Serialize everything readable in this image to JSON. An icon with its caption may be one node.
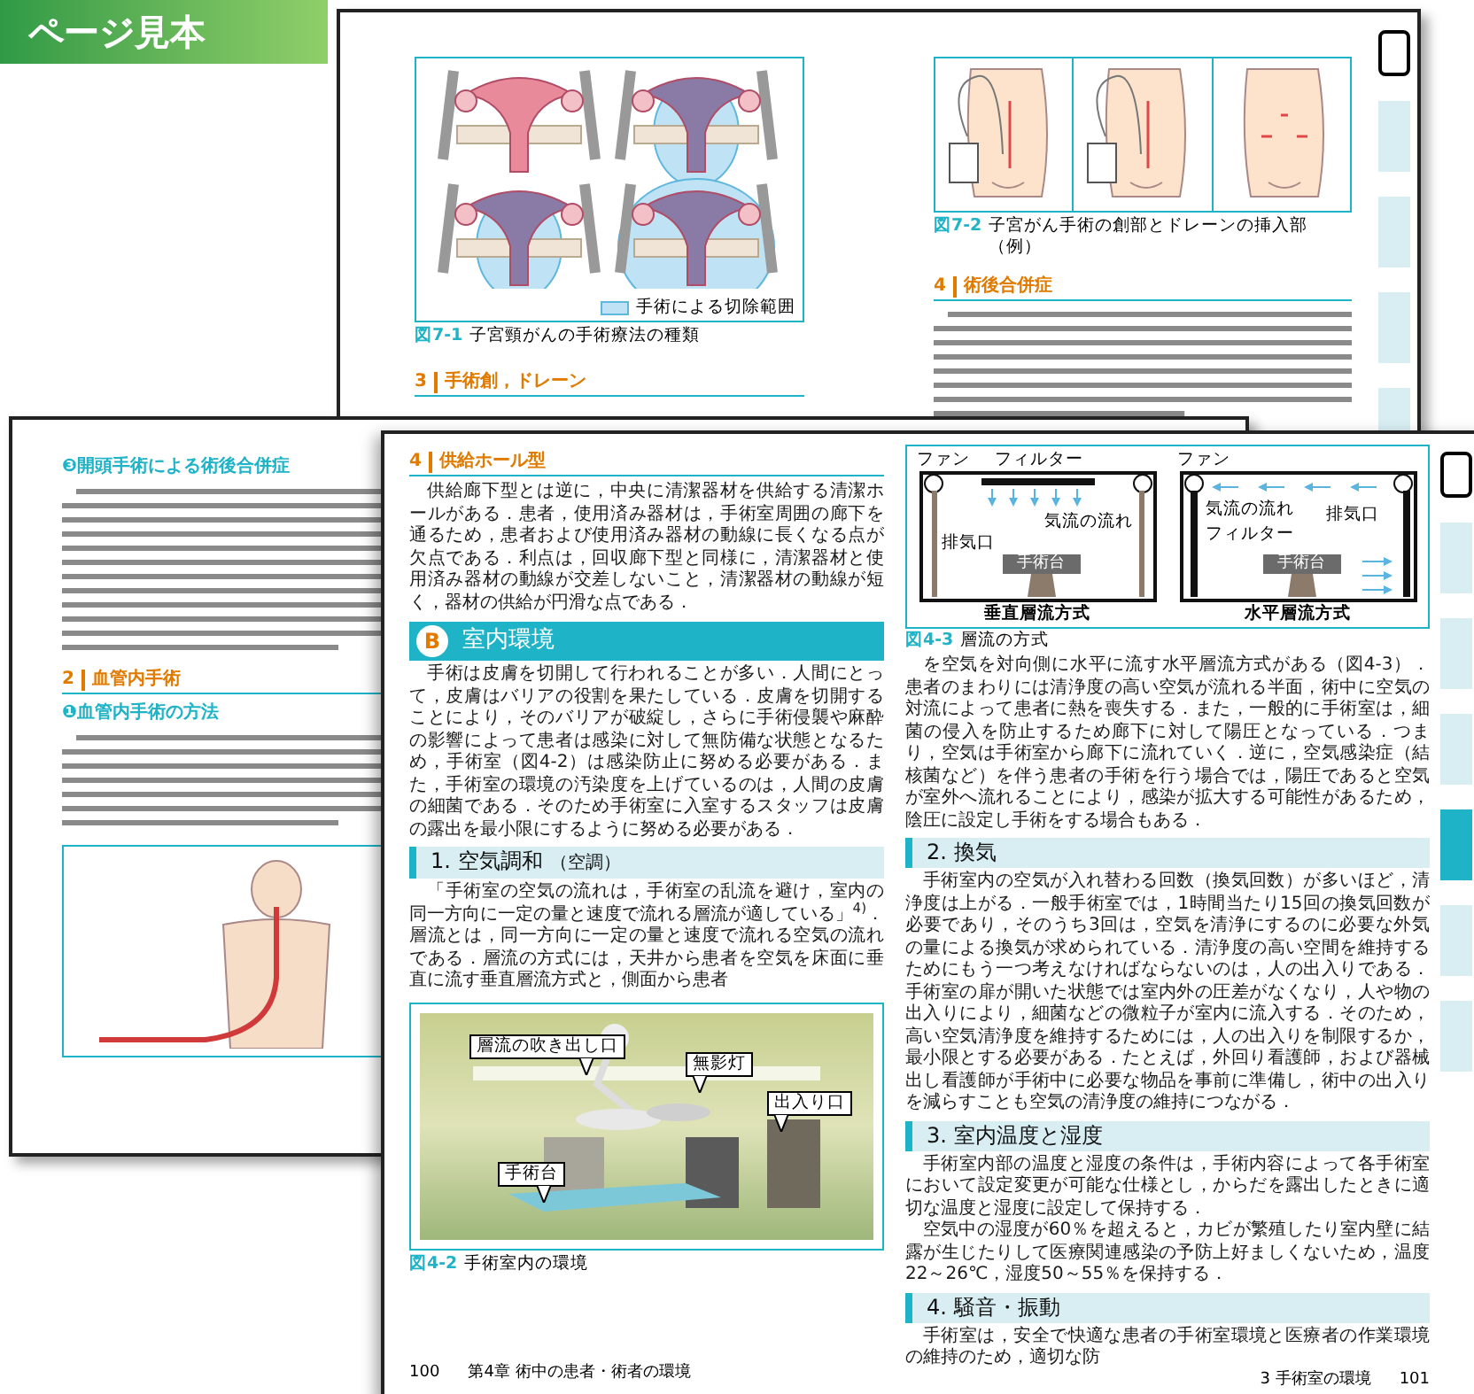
{
  "diagram": {
    "title": "ページ見本",
    "labels": [
      "3",
      "手術創，ドレーン",
      "図7-1",
      "子宮頸がんの手術療法の種類",
      "図7-2",
      "子宮がん手術の創部とドレーンの挿入部（例）",
      "4",
      "術後合併症",
      "❸開頭手術による術後合併症",
      "2",
      "血管内手術",
      "❶血管内手術の方法",
      "4",
      "供給ホール型",
      "供給廊下型とは逆に，中央に清潔器材を供給する清潔ホールがある．患者，使用済み器材は，手術室周囲の廊下を通るため，患者および使用済み器材の動線に長くなる点が欠点である．利点は，回収廊下型と同様に，清潔器材と使用済み器材の動線が交差しないこと，清潔器材の動線が短く，器材の供給が円滑な点である．",
      "B",
      "室内環境",
      "手術は皮膚を切開して行われることが多い．人間にとって，皮膚はバリアの役割を果たしている．皮膚を切開することにより，そのバリアが破綻し，さらに手術侵襲や麻酔の影響によって患者は感染に対して無防備な状態となるため，手術室（図4-2）は感染防止に努める必要がある．また，手術室の環境の汚染度を上げているのは，人間の皮膚の細菌である．そのため手術室に入室するスタッフは皮膚の露出を最小限にするように努める必要がある．",
      "1. 空気調和",
      "（空調）",
      "「手術室の空気の流れは，手術室の乱流を避け，室内の同一方向に一定の量と速度で流れる層流が適している」$^{4)}$．層流とは，同一方向に一定の量と速度で流れる空気の流れである．層流の方式には，天井から患者を空気を床面に垂直に流す垂直層流方式と，側面から患者",
      "層流の吹き出し口",
      "無影灯",
      "出入り口",
      "手術台",
      "図4-2",
      "手術室内の環境",
      "100",
      "第4章 術中の患者・術者の環境",
      "ファン",
      "フィルター",
      "気流の流れ",
      "排気口",
      "手術台",
      "垂直層流方式",
      "ファン",
      "気流の流れ",
      "フィルター",
      "排気口",
      "手術台",
      "水平層流方式",
      "図4-3",
      "層流の方式",
      "を空気を対向側に水平に流す水平層流方式がある（図4-3）．患者のまわりには清浄度の高い空気が流れる半面，術中に空気の対流によって患者に熱を喪失する．また，一般的に手術室は，細菌の侵入を防止するため廊下に対して陽圧となっている．つまり，空気は手術室から廊下に流れていく．逆に，空気感染症（結核菌など）を伴う患者の手術を行う場合では，陽圧であると空気が室外へ流れることにより，感染が拡大する可能性があるため，陰圧に設定し手術をする場合もある．",
      "2. 換気",
      "手術室内の空気が入れ替わる回数（換気回数）が多いほど，清浄度は上がる．一般手術室では，1時間当たり15回の換気回数が必要であり，そのうち3回は，空気を清浄にするのに必要な外気の量による換気が求められている．清浄度の高い空間を維持するためにもう一つ考えなければならないのは，人の出入りである．手術室の扉が開いた状態では室内外の圧差がなくなり，人や物の出入りにより，細菌などの微粒子が室内に流入する．そのため，高い空気清浄度を維持するためには，人の出入りを制限するか，最小限とする必要がある．たとえば，外回り看護師，および器械出し看護師が手術中に必要な物品を事前に準備し，術中の出入りを減らすことも空気の清浄度の維持につながる．",
      "3. 室内温度と湿度",
      "手術室内部の温度と湿度の条件は，手術内容によって各手術室において設定変更が可能な仕様とし，からだを露出したときに適切な温度と湿度に設定して保持する．",
      "空気中の湿度が60％を超えると，カビが繁殖したり室内壁に結露が生じたりして医療関連感染の予防上好ましくないため，温度22～26℃，湿度50～55％を保持する．",
      "4. 騒音・振動",
      "手術室は，安全で快適な患者の手術室環境と医療者の作業環境の維持のため，適切な防",
      "3 手術室の環境",
      "101"
    ],
    "legend": [
      {
        "text": "手術による切除範囲",
        "color": "#bfe3f5"
      }
    ]
  }
}
